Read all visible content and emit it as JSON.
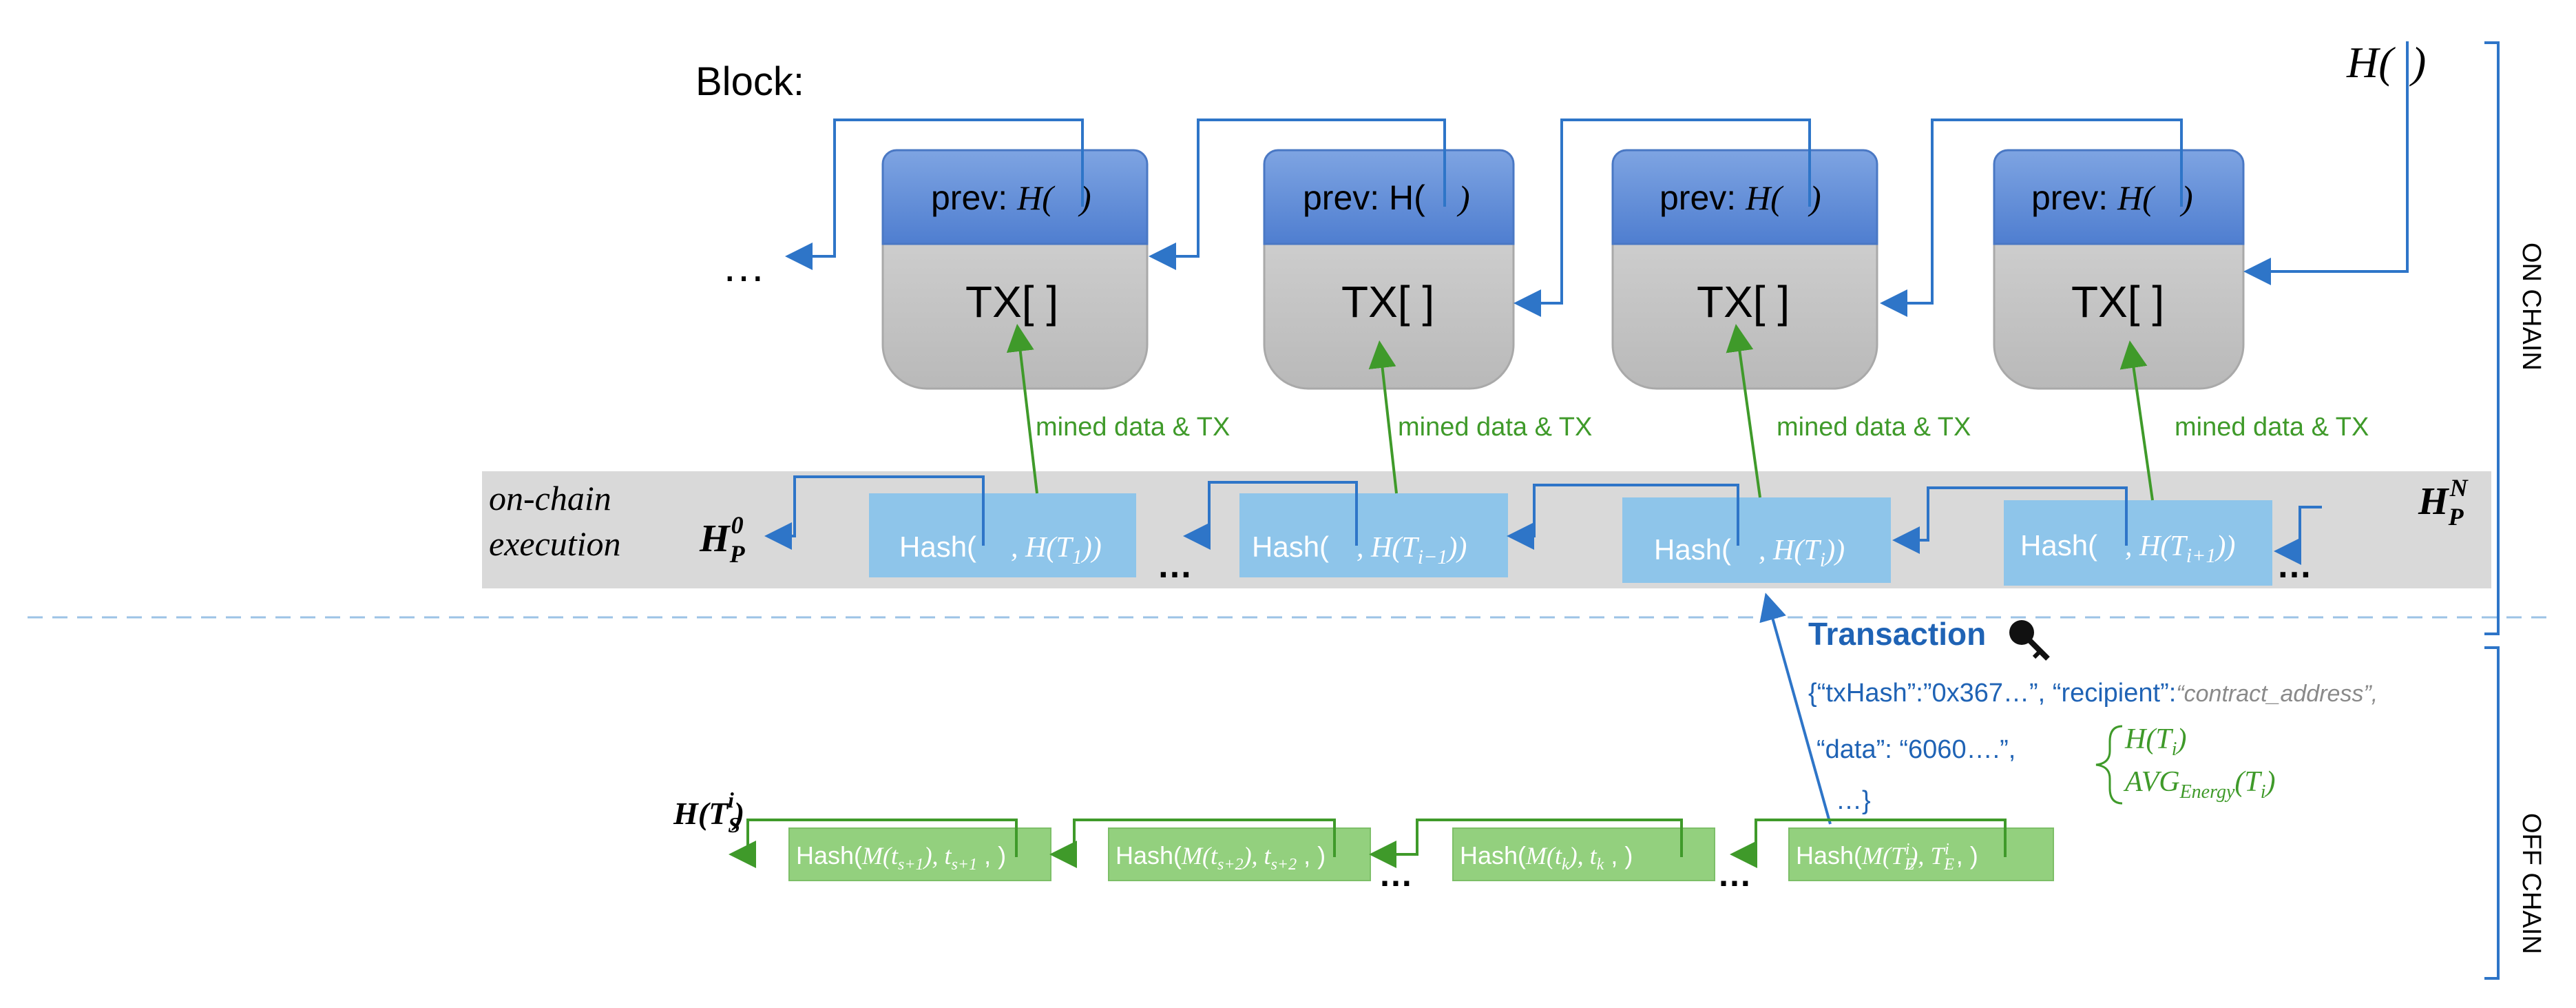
{
  "block_title": "Block:",
  "hash_top": "H( )",
  "ellipsis": "…",
  "blocks": [
    {
      "prev_label": "prev: H( )",
      "tx_label": "TX[ ]"
    },
    {
      "prev_label": "prev: H( )",
      "tx_label": "TX[ ]"
    },
    {
      "prev_label": "prev: H( )",
      "tx_label": "TX[ ]"
    },
    {
      "prev_label": "prev: H( )",
      "tx_label": "TX[ ]"
    }
  ],
  "mined_label": "mined data & TX",
  "on_chain_exec": {
    "line1": "on-chain",
    "line2": "execution"
  },
  "hp_left": {
    "base": "H",
    "sub": "P",
    "sup": "0"
  },
  "hp_right": {
    "base": "H",
    "sub": "P",
    "sup": "N"
  },
  "exec_hashes": [
    {
      "prefix": "Hash(",
      "arg": ", H(T",
      "sub": "1",
      "close": "))"
    },
    {
      "prefix": "Hash(",
      "arg": ", H(T",
      "sub": "i−1",
      "close": "))"
    },
    {
      "prefix": "Hash(",
      "arg": ", H(T",
      "sub": "i",
      "close": "))"
    },
    {
      "prefix": "Hash(",
      "arg": ", H(T",
      "sub": "i+1",
      "close": "))"
    }
  ],
  "side_labels": {
    "on_chain": "ON CHAIN",
    "off_chain": "OFF CHAIN"
  },
  "transaction": {
    "title": "Transaction",
    "line1_a": "{“txHash”:”0x367…”, “recipient”:",
    "line1_b": "“contract_address”,",
    "line2": "“data”: “6060….”,",
    "line3": "…}",
    "brace_item1": "H(T",
    "brace_item1_sub": "i",
    "brace_item2": "AVG",
    "brace_item2_sub": "Energy",
    "brace_item2_tail": "(T",
    "brace_item2_tail_sub": "i"
  },
  "hts_label": {
    "base": "H(T",
    "sub": "S",
    "sup": "i"
  },
  "off_hashes": [
    {
      "text": "Hash(M(t",
      "s1": "s+1",
      "mid": "), t",
      "s2": "s+1",
      "end": ",  )"
    },
    {
      "text": "Hash(M(t",
      "s1": "s+2",
      "mid": "), t",
      "s2": "s+2",
      "end": ",  )"
    },
    {
      "text": "Hash(M(t",
      "s1": "k",
      "mid": "), t",
      "s2": "k",
      "end": ",  )"
    },
    {
      "text": "Hash(M(T",
      "s1": "E",
      "mid": "), T",
      "s2": "E",
      "end": ",  )"
    }
  ],
  "colors": {
    "blue_arrow": "#2e75c8",
    "green_arrow": "#3f9a2a",
    "block_header": "#5b8ad6",
    "block_body": "#c5c5c5",
    "exec_band": "#d9d9d9",
    "exec_box": "#8ec5ea",
    "off_box": "#93d07e",
    "tx_text": "#1f63b5",
    "green_text": "#3f9a2a"
  }
}
